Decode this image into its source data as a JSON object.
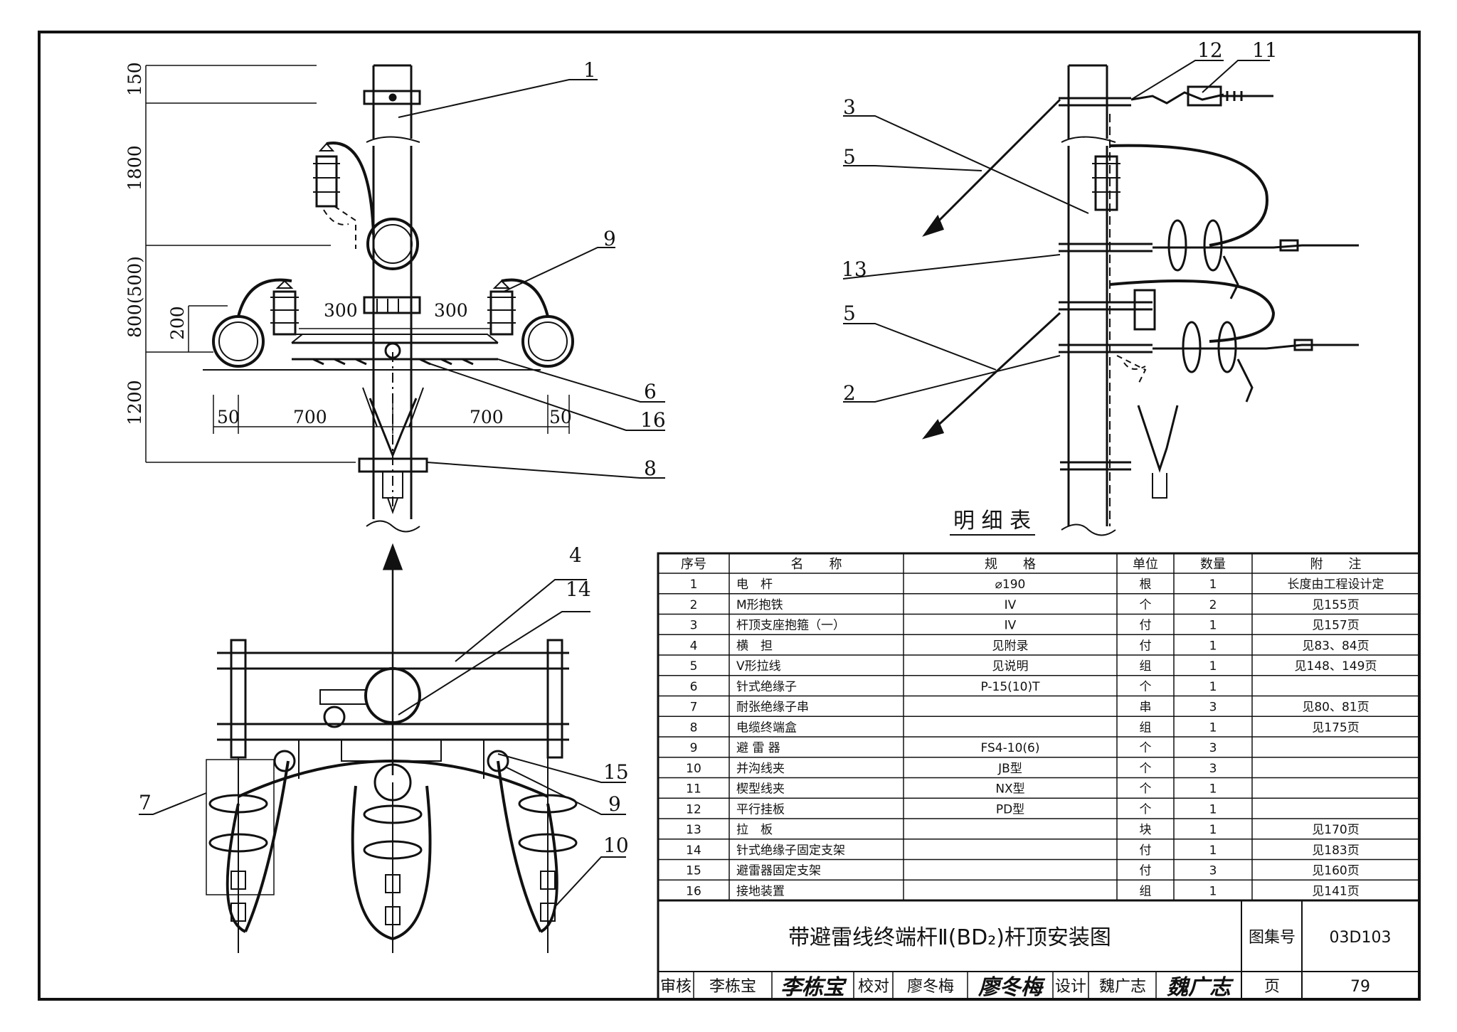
{
  "callouts": {
    "front": [
      {
        "n": "1"
      },
      {
        "n": "9"
      },
      {
        "n": "6"
      },
      {
        "n": "16"
      },
      {
        "n": "8"
      }
    ],
    "side": [
      {
        "n": "12"
      },
      {
        "n": "11"
      },
      {
        "n": "3"
      },
      {
        "n": "5"
      },
      {
        "n": "13"
      },
      {
        "n": "5"
      },
      {
        "n": "2"
      }
    ],
    "top": [
      {
        "n": "4"
      },
      {
        "n": "14"
      },
      {
        "n": "7"
      },
      {
        "n": "15"
      },
      {
        "n": "9"
      },
      {
        "n": "10"
      }
    ]
  },
  "dimensions": {
    "vertical": [
      "150",
      "1800",
      "800(500)",
      "200",
      "1200"
    ],
    "horizontal": [
      "300",
      "300",
      "50",
      "700",
      "700",
      "50"
    ]
  },
  "table": {
    "caption": "明 细 表",
    "headers": [
      "序号",
      "名　　称",
      "规　　格",
      "单位",
      "数量",
      "附　　注"
    ],
    "rows": [
      [
        "1",
        "电　杆",
        "⌀190",
        "根",
        "1",
        "长度由工程设计定"
      ],
      [
        "2",
        "M形抱铁",
        "IV",
        "个",
        "2",
        "见155页"
      ],
      [
        "3",
        "杆顶支座抱箍（一）",
        "IV",
        "付",
        "1",
        "见157页"
      ],
      [
        "4",
        "横　担",
        "见附录",
        "付",
        "1",
        "见83、84页"
      ],
      [
        "5",
        "V形拉线",
        "见说明",
        "组",
        "1",
        "见148、149页"
      ],
      [
        "6",
        "针式绝缘子",
        "P-15(10)T",
        "个",
        "1",
        ""
      ],
      [
        "7",
        "耐张绝缘子串",
        "",
        "串",
        "3",
        "见80、81页"
      ],
      [
        "8",
        "电缆终端盒",
        "",
        "组",
        "1",
        "见175页"
      ],
      [
        "9",
        "避 雷 器",
        "FS4-10(6)",
        "个",
        "3",
        ""
      ],
      [
        "10",
        "并沟线夹",
        "JB型",
        "个",
        "3",
        ""
      ],
      [
        "11",
        "楔型线夹",
        "NX型",
        "个",
        "1",
        ""
      ],
      [
        "12",
        "平行挂板",
        "PD型",
        "个",
        "1",
        ""
      ],
      [
        "13",
        "拉　板",
        "",
        "块",
        "1",
        "见170页"
      ],
      [
        "14",
        "针式绝缘子固定支架",
        "",
        "付",
        "1",
        "见183页"
      ],
      [
        "15",
        "避雷器固定支架",
        "",
        "付",
        "3",
        "见160页"
      ],
      [
        "16",
        "接地装置",
        "",
        "组",
        "1",
        "见141页"
      ]
    ]
  },
  "titleblock": {
    "title": "带避雷线终端杆Ⅱ(BD₂)杆顶安装图",
    "atlas_label": "图集号",
    "atlas_no": "03D103",
    "review_label": "审核",
    "reviewer": "李栋宝",
    "reviewer_sig": "李栋宝",
    "check_label": "校对",
    "checker": "廖冬梅",
    "checker_sig": "廖冬梅",
    "design_label": "设计",
    "designer": "魏广志",
    "designer_sig": "魏广志",
    "page_label": "页",
    "page_no": "79"
  }
}
